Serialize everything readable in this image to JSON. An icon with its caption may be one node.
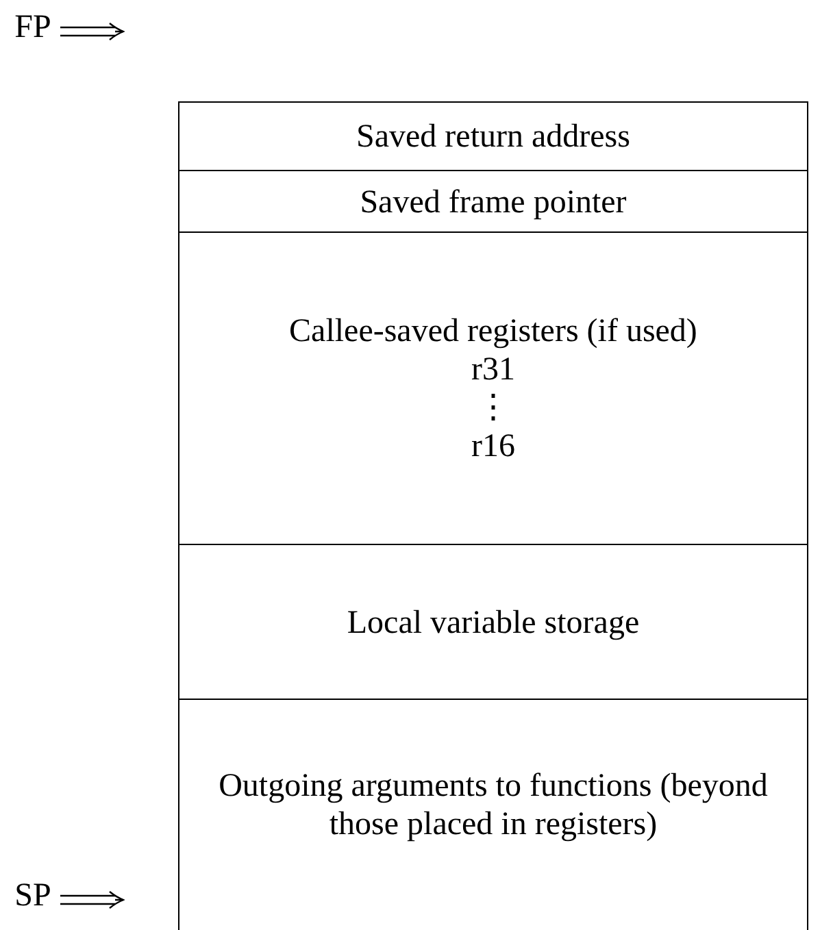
{
  "diagram": {
    "nodes": [
      {
        "text": [
          "FP"
        ]
      },
      {
        "text": [
          "Saved return address"
        ]
      },
      {
        "text": [
          "Saved frame pointer"
        ]
      },
      {
        "text": [
          "Callee-saved registers (if used)",
          "r31",
          "⋮",
          "r16"
        ]
      },
      {
        "text": [
          "Local variable storage"
        ]
      },
      {
        "text": [
          "Outgoing arguments to functions (beyond those placed in registers)"
        ]
      },
      {
        "text": [
          "SP"
        ]
      }
    ],
    "edges": [
      {
        "from": 0,
        "to": null,
        "arrow": "to"
      },
      {
        "from": 6,
        "to": null,
        "arrow": "to"
      }
    ]
  }
}
